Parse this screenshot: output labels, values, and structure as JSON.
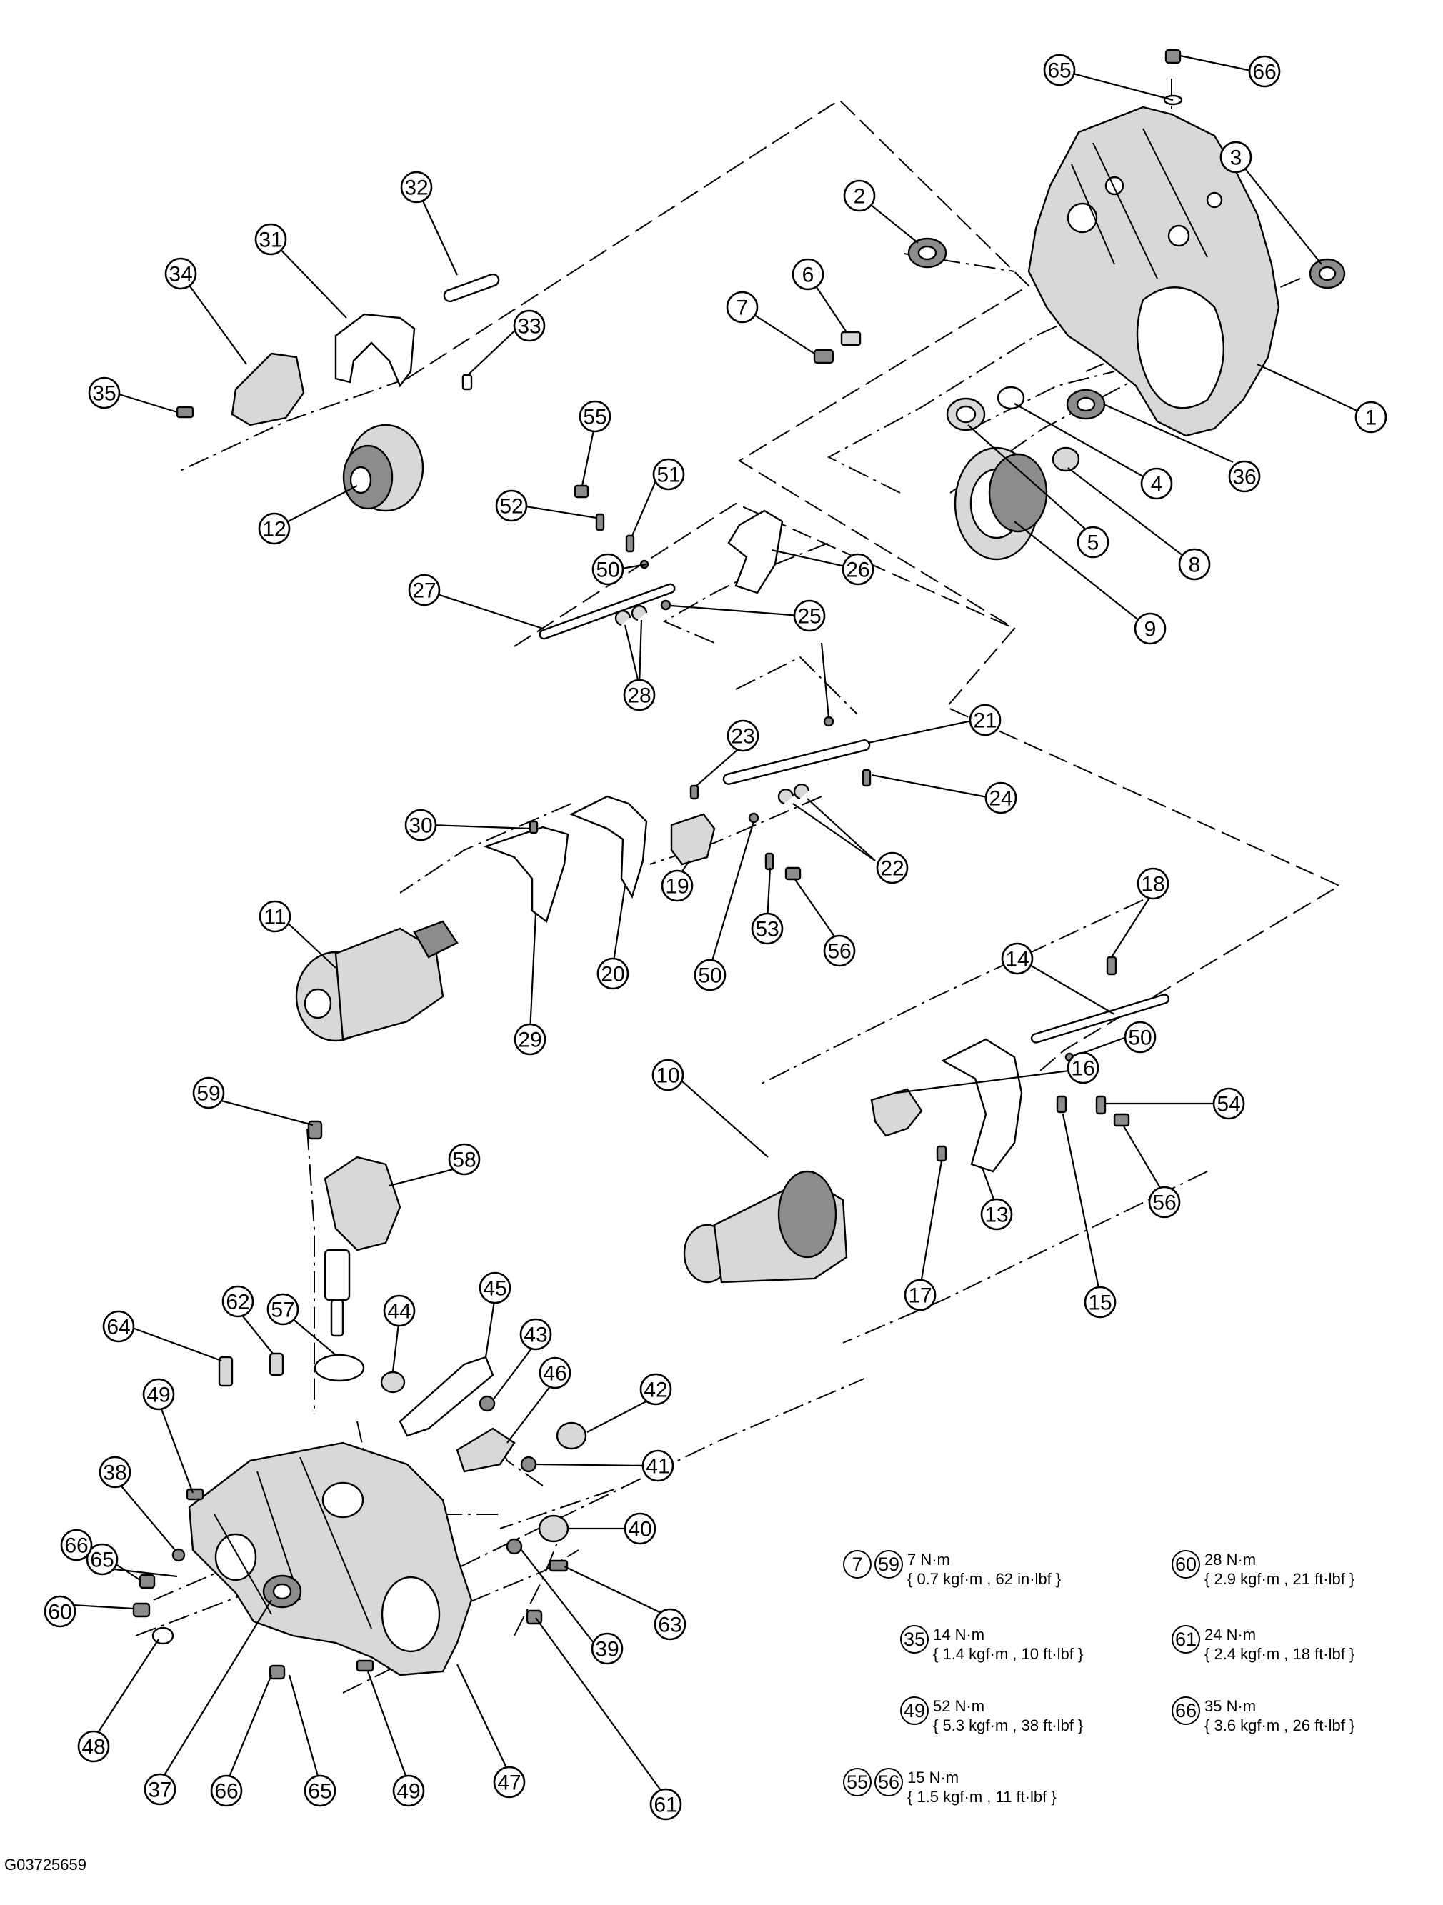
{
  "figure_code": "G03725659",
  "callouts": [
    {
      "n": "1"
    },
    {
      "n": "2"
    },
    {
      "n": "3"
    },
    {
      "n": "4"
    },
    {
      "n": "5"
    },
    {
      "n": "6"
    },
    {
      "n": "7"
    },
    {
      "n": "8"
    },
    {
      "n": "9"
    },
    {
      "n": "10"
    },
    {
      "n": "11"
    },
    {
      "n": "12"
    },
    {
      "n": "13"
    },
    {
      "n": "14"
    },
    {
      "n": "15"
    },
    {
      "n": "16"
    },
    {
      "n": "17"
    },
    {
      "n": "18"
    },
    {
      "n": "19"
    },
    {
      "n": "20"
    },
    {
      "n": "21"
    },
    {
      "n": "22"
    },
    {
      "n": "23"
    },
    {
      "n": "24"
    },
    {
      "n": "25"
    },
    {
      "n": "26"
    },
    {
      "n": "27"
    },
    {
      "n": "28"
    },
    {
      "n": "29"
    },
    {
      "n": "30"
    },
    {
      "n": "31"
    },
    {
      "n": "32"
    },
    {
      "n": "33"
    },
    {
      "n": "34"
    },
    {
      "n": "35"
    },
    {
      "n": "36"
    },
    {
      "n": "37"
    },
    {
      "n": "38"
    },
    {
      "n": "39"
    },
    {
      "n": "40"
    },
    {
      "n": "41"
    },
    {
      "n": "42"
    },
    {
      "n": "43"
    },
    {
      "n": "44"
    },
    {
      "n": "45"
    },
    {
      "n": "46"
    },
    {
      "n": "47"
    },
    {
      "n": "48"
    },
    {
      "n": "49"
    },
    {
      "n": "49"
    },
    {
      "n": "50"
    },
    {
      "n": "50"
    },
    {
      "n": "50"
    },
    {
      "n": "51"
    },
    {
      "n": "52"
    },
    {
      "n": "53"
    },
    {
      "n": "54"
    },
    {
      "n": "55"
    },
    {
      "n": "56"
    },
    {
      "n": "56"
    },
    {
      "n": "57"
    },
    {
      "n": "58"
    },
    {
      "n": "59"
    },
    {
      "n": "60"
    },
    {
      "n": "61"
    },
    {
      "n": "62"
    },
    {
      "n": "63"
    },
    {
      "n": "64"
    },
    {
      "n": "65"
    },
    {
      "n": "65"
    },
    {
      "n": "65"
    },
    {
      "n": "66"
    },
    {
      "n": "66"
    },
    {
      "n": "66"
    }
  ],
  "torque_specs": [
    {
      "parts": [
        "7",
        "59"
      ],
      "nm": "7 N·m",
      "detail": "{ 0.7 kgf·m , 62 in·lbf }"
    },
    {
      "parts": [
        "35"
      ],
      "nm": "14 N·m",
      "detail": "{ 1.4 kgf·m , 10 ft·lbf }"
    },
    {
      "parts": [
        "49"
      ],
      "nm": "52 N·m",
      "detail": "{ 5.3 kgf·m , 38 ft·lbf }"
    },
    {
      "parts": [
        "55",
        "56"
      ],
      "nm": "15 N·m",
      "detail": "{ 1.5 kgf·m , 11 ft·lbf }"
    },
    {
      "parts": [
        "60"
      ],
      "nm": "28 N·m",
      "detail": "{ 2.9 kgf·m , 21 ft·lbf }"
    },
    {
      "parts": [
        "61"
      ],
      "nm": "24 N·m",
      "detail": "{ 2.4 kgf·m , 18 ft·lbf }"
    },
    {
      "parts": [
        "66"
      ],
      "nm": "35 N·m",
      "detail": "{ 3.6 kgf·m , 26 ft·lbf }"
    }
  ]
}
